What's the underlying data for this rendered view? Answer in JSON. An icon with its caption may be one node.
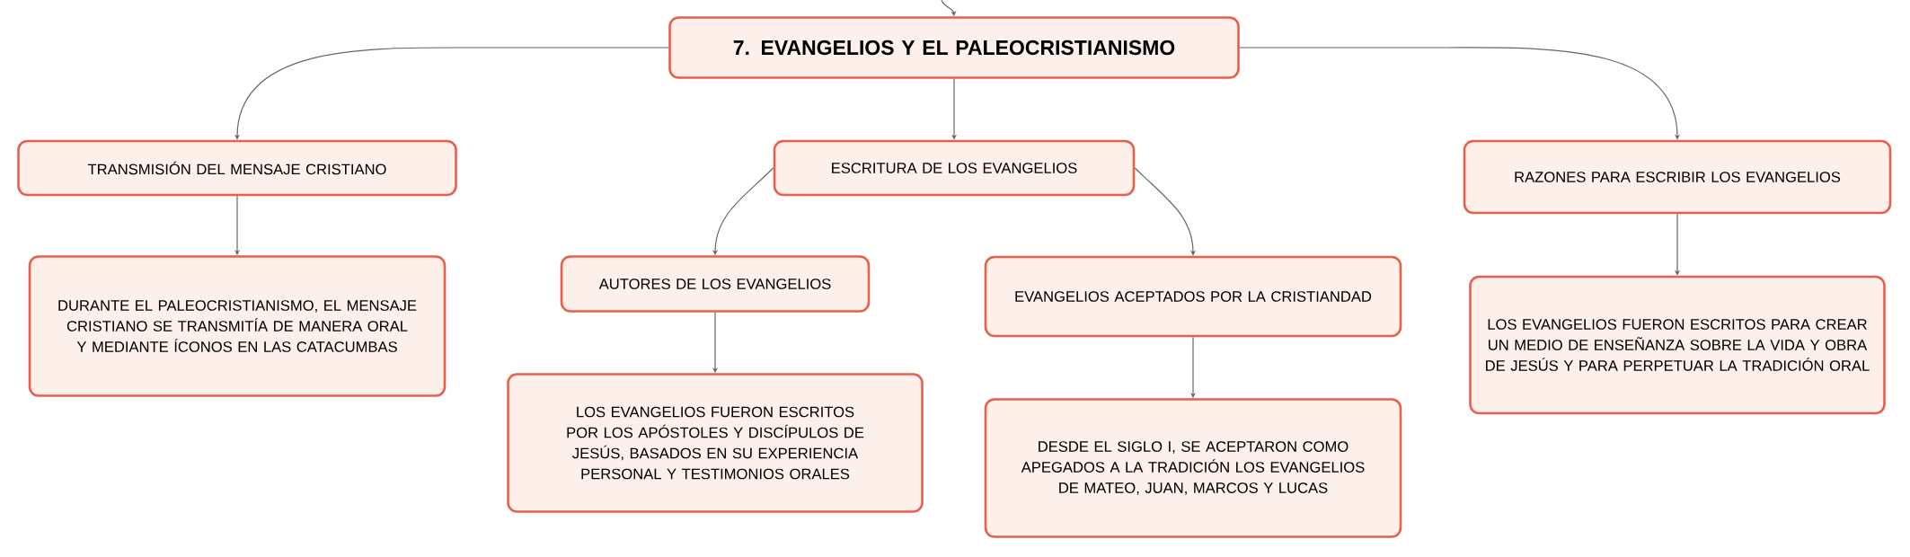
{
  "diagram": {
    "nodes": [
      {
        "text": [
          "7. EVANGELIOS Y EL PALEOCRISTIANISMO"
        ]
      },
      {
        "text": [
          "TRANSMISIÓN DEL MENSAJE CRISTIANO"
        ]
      },
      {
        "text": [
          "DURANTE EL PALEOCRISTIANISMO, EL MENSAJE CRISTIANO SE TRANSMITÍA DE MANERA ORAL Y MEDIANTE ÍCONOS EN LAS CATACUMBAS"
        ]
      },
      {
        "text": [
          "ESCRITURA DE LOS EVANGELIOS"
        ]
      },
      {
        "text": [
          "AUTORES DE LOS EVANGELIOS"
        ]
      },
      {
        "text": [
          "LOS EVANGELIOS FUERON ESCRITOS POR LOS APÓSTOLES Y DISCÍPULOS DE JESÚS, BASADOS EN SU EXPERIENCIA PERSONAL Y TESTIMONIOS ORALES"
        ]
      },
      {
        "text": [
          "EVANGELIOS ACEPTADOS POR LA CRISTIANDAD"
        ]
      },
      {
        "text": [
          "DESDE EL SIGLO I, SE ACEPTARON COMO APEGADOS A LA TRADICIÓN LOS EVANGELIOS DE MATEO, JUAN, MARCOS Y LUCAS"
        ]
      },
      {
        "text": [
          "RAZONES PARA ESCRIBIR LOS EVANGELIOS"
        ]
      },
      {
        "text": [
          "LOS EVANGELIOS FUERON ESCRITOS PARA CREAR UN MEDIO DE ENSEÑANZA SOBRE LA VIDA Y OBRA DE JESÚS Y PARA PERPETUAR LA TRADICIÓN ORAL"
        ]
      }
    ],
    "edges": [
      {
        "from": null,
        "to": 0,
        "arrow": "to"
      },
      {
        "from": 0,
        "to": 1,
        "arrow": "to"
      },
      {
        "from": 0,
        "to": 3,
        "arrow": "to"
      },
      {
        "from": 0,
        "to": 8,
        "arrow": "to"
      },
      {
        "from": 1,
        "to": 2,
        "arrow": "to"
      },
      {
        "from": 3,
        "to": 4,
        "arrow": "to"
      },
      {
        "from": 3,
        "to": 6,
        "arrow": "to"
      },
      {
        "from": 4,
        "to": 5,
        "arrow": "to"
      },
      {
        "from": 6,
        "to": 7,
        "arrow": "to"
      },
      {
        "from": 8,
        "to": 9,
        "arrow": "to"
      }
    ]
  }
}
